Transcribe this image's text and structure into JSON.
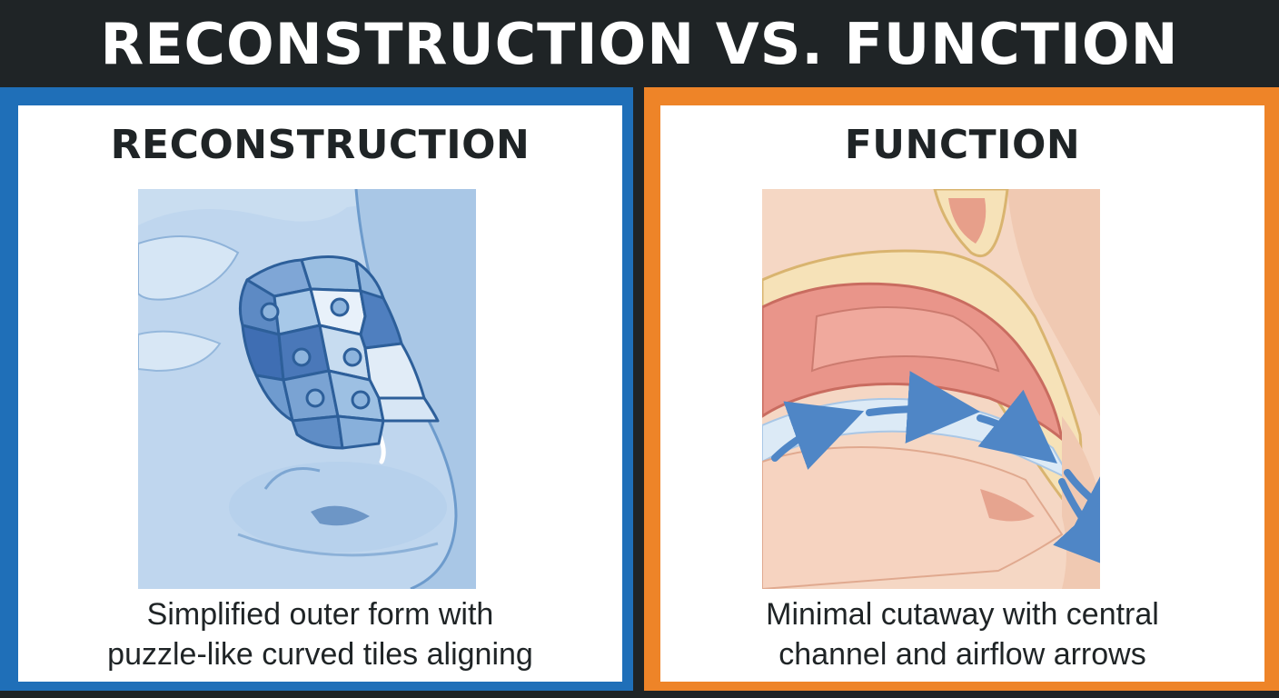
{
  "title": "RECONSTRUCTION VS. FUNCTION",
  "left_panel": {
    "heading": "RECONSTRUCTION",
    "caption_line1": "Simplified outer form with",
    "caption_line2": "puzzle-like curved tiles aligning",
    "border_color": "#1f6fb8",
    "illustration_icon": "nose-puzzle-tiles-icon"
  },
  "right_panel": {
    "heading": "FUNCTION",
    "caption_line1": "Minimal cutaway with central",
    "caption_line2": "channel and airflow arrows",
    "border_color": "#ee8428",
    "illustration_icon": "nasal-cutaway-airflow-icon"
  }
}
